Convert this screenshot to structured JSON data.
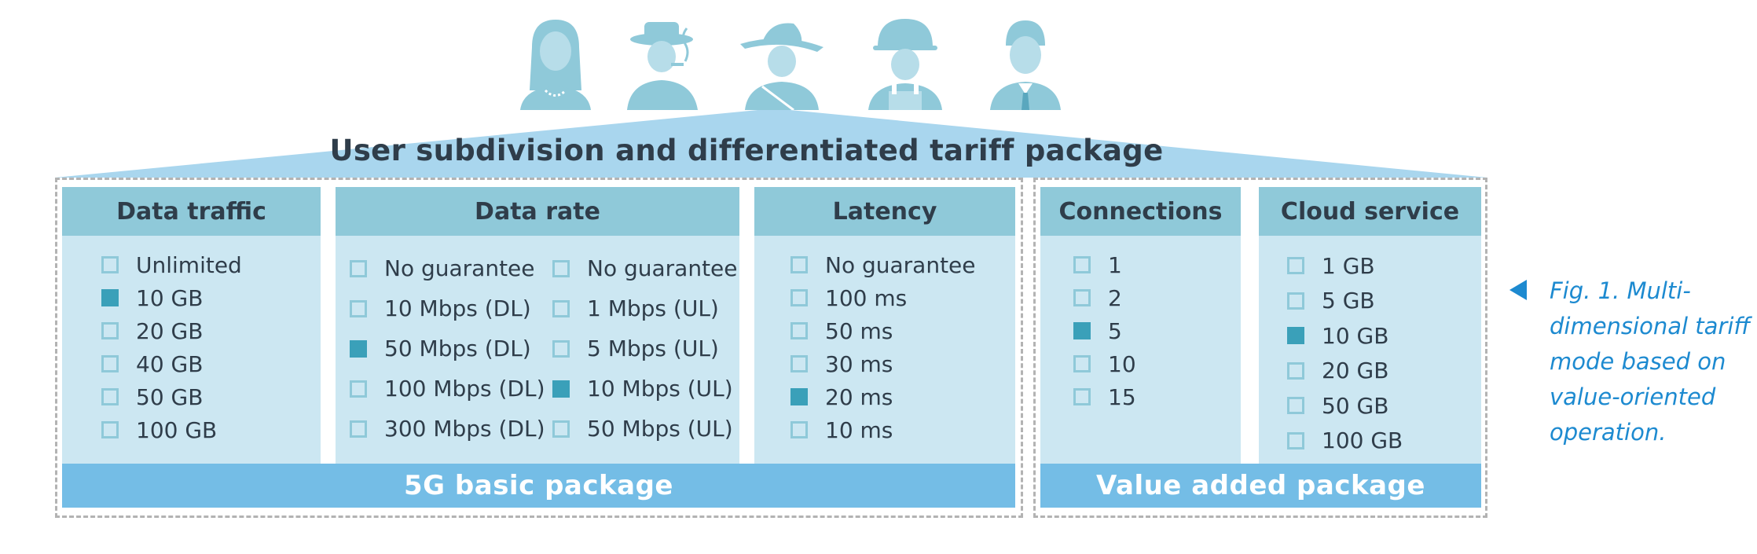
{
  "title": "User subdivision and differentiated tariff package",
  "icons": [
    "woman-icon",
    "smoking-man-icon",
    "cowboy-icon",
    "worker-icon",
    "businessman-icon"
  ],
  "colors": {
    "roof": "#a9d6ee",
    "header": "#8fc9d9",
    "column": "#cce7f2",
    "checked": "#3aa0b9",
    "bar": "#74bde6",
    "caption": "#1d8ad0"
  },
  "columns": {
    "data_traffic": {
      "header": "Data traffic",
      "options": [
        {
          "label": "Unlimited",
          "checked": false
        },
        {
          "label": "10 GB",
          "checked": true
        },
        {
          "label": "20 GB",
          "checked": false
        },
        {
          "label": "40 GB",
          "checked": false
        },
        {
          "label": "50 GB",
          "checked": false
        },
        {
          "label": "100 GB",
          "checked": false
        }
      ]
    },
    "data_rate": {
      "header": "Data rate",
      "left_options": [
        {
          "label": "No guarantee",
          "checked": false
        },
        {
          "label": "10 Mbps (DL)",
          "checked": false
        },
        {
          "label": "50 Mbps (DL)",
          "checked": true
        },
        {
          "label": "100 Mbps (DL)",
          "checked": false
        },
        {
          "label": "300 Mbps (DL)",
          "checked": false
        }
      ],
      "right_options": [
        {
          "label": "No guarantee",
          "checked": false
        },
        {
          "label": "1 Mbps (UL)",
          "checked": false
        },
        {
          "label": "5 Mbps (UL)",
          "checked": false
        },
        {
          "label": "10 Mbps (UL)",
          "checked": true
        },
        {
          "label": "50 Mbps (UL)",
          "checked": false
        }
      ]
    },
    "latency": {
      "header": "Latency",
      "options": [
        {
          "label": "No guarantee",
          "checked": false
        },
        {
          "label": "100 ms",
          "checked": false
        },
        {
          "label": "50 ms",
          "checked": false
        },
        {
          "label": "30 ms",
          "checked": false
        },
        {
          "label": "20 ms",
          "checked": true
        },
        {
          "label": "10 ms",
          "checked": false
        }
      ]
    },
    "connections": {
      "header": "Connections",
      "options": [
        {
          "label": "1",
          "checked": false
        },
        {
          "label": "2",
          "checked": false
        },
        {
          "label": "5",
          "checked": true
        },
        {
          "label": "10",
          "checked": false
        },
        {
          "label": "15",
          "checked": false
        }
      ]
    },
    "cloud_service": {
      "header": "Cloud service",
      "options": [
        {
          "label": "1 GB",
          "checked": false
        },
        {
          "label": "5 GB",
          "checked": false
        },
        {
          "label": "10 GB",
          "checked": true
        },
        {
          "label": "20 GB",
          "checked": false
        },
        {
          "label": "50 GB",
          "checked": false
        },
        {
          "label": "100 GB",
          "checked": false
        }
      ]
    }
  },
  "packages": {
    "basic": "5G basic package",
    "value_added": "Value added package"
  },
  "caption": "Fig. 1. Multi-dimensional tariff mode based on value-oriented operation."
}
